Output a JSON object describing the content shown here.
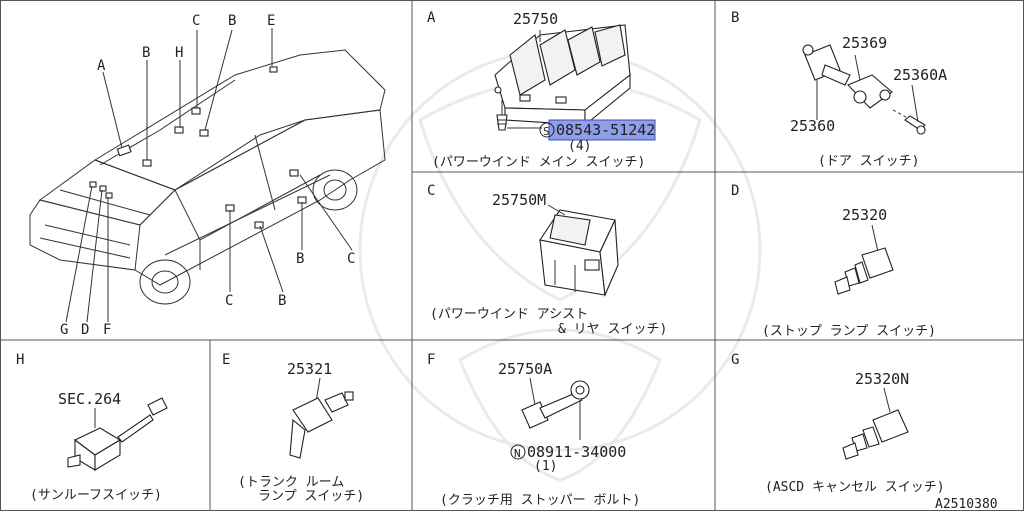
{
  "diagram_code": "A2510380",
  "car": {
    "callouts": [
      "A",
      "B",
      "H",
      "C",
      "B",
      "E",
      "G",
      "D",
      "F",
      "C",
      "B",
      "B",
      "C"
    ]
  },
  "panels": {
    "A": {
      "letter": "A",
      "parts": [
        "25750",
        "08543-51242",
        "(4)"
      ],
      "caption": "(パワーウインド メイン スイッチ)"
    },
    "B": {
      "letter": "B",
      "parts": [
        "25369",
        "25360A",
        "25360"
      ],
      "caption": "(ドア スイッチ)"
    },
    "C": {
      "letter": "C",
      "parts": [
        "25750M"
      ],
      "caption_lines": [
        "(パワーウインド アシスト",
        "& リヤ スイッチ)"
      ]
    },
    "D": {
      "letter": "D",
      "parts": [
        "25320"
      ],
      "caption": "(ストップ ランプ スイッチ)"
    },
    "H": {
      "letter": "H",
      "parts": [
        "SEC.264"
      ],
      "caption": "(サンルーフスイッチ)"
    },
    "E": {
      "letter": "E",
      "parts": [
        "25321"
      ],
      "caption_lines": [
        "(トランク ルーム",
        "ランプ スイッチ)"
      ]
    },
    "F": {
      "letter": "F",
      "parts": [
        "25750A",
        "08911-34000",
        "(1)"
      ],
      "caption": "(クラッチ用 ストッパー ボルト)"
    },
    "G": {
      "letter": "G",
      "parts": [
        "25320N"
      ],
      "caption": "(ASCD キャンセル スイッチ)"
    }
  },
  "symbols": {
    "screw_marker": "S",
    "bolt_marker": "N"
  },
  "colors": {
    "highlight": "#8f9ee6",
    "highlight_border": "#3a4fb8",
    "line": "#333333"
  },
  "icons": [
    "car-outline-icon",
    "window-switch-icon",
    "door-switch-icon",
    "stop-lamp-switch-icon",
    "sunroof-switch-icon",
    "trunk-lamp-switch-icon",
    "bolt-icon",
    "nut-icon",
    "screw-icon"
  ]
}
